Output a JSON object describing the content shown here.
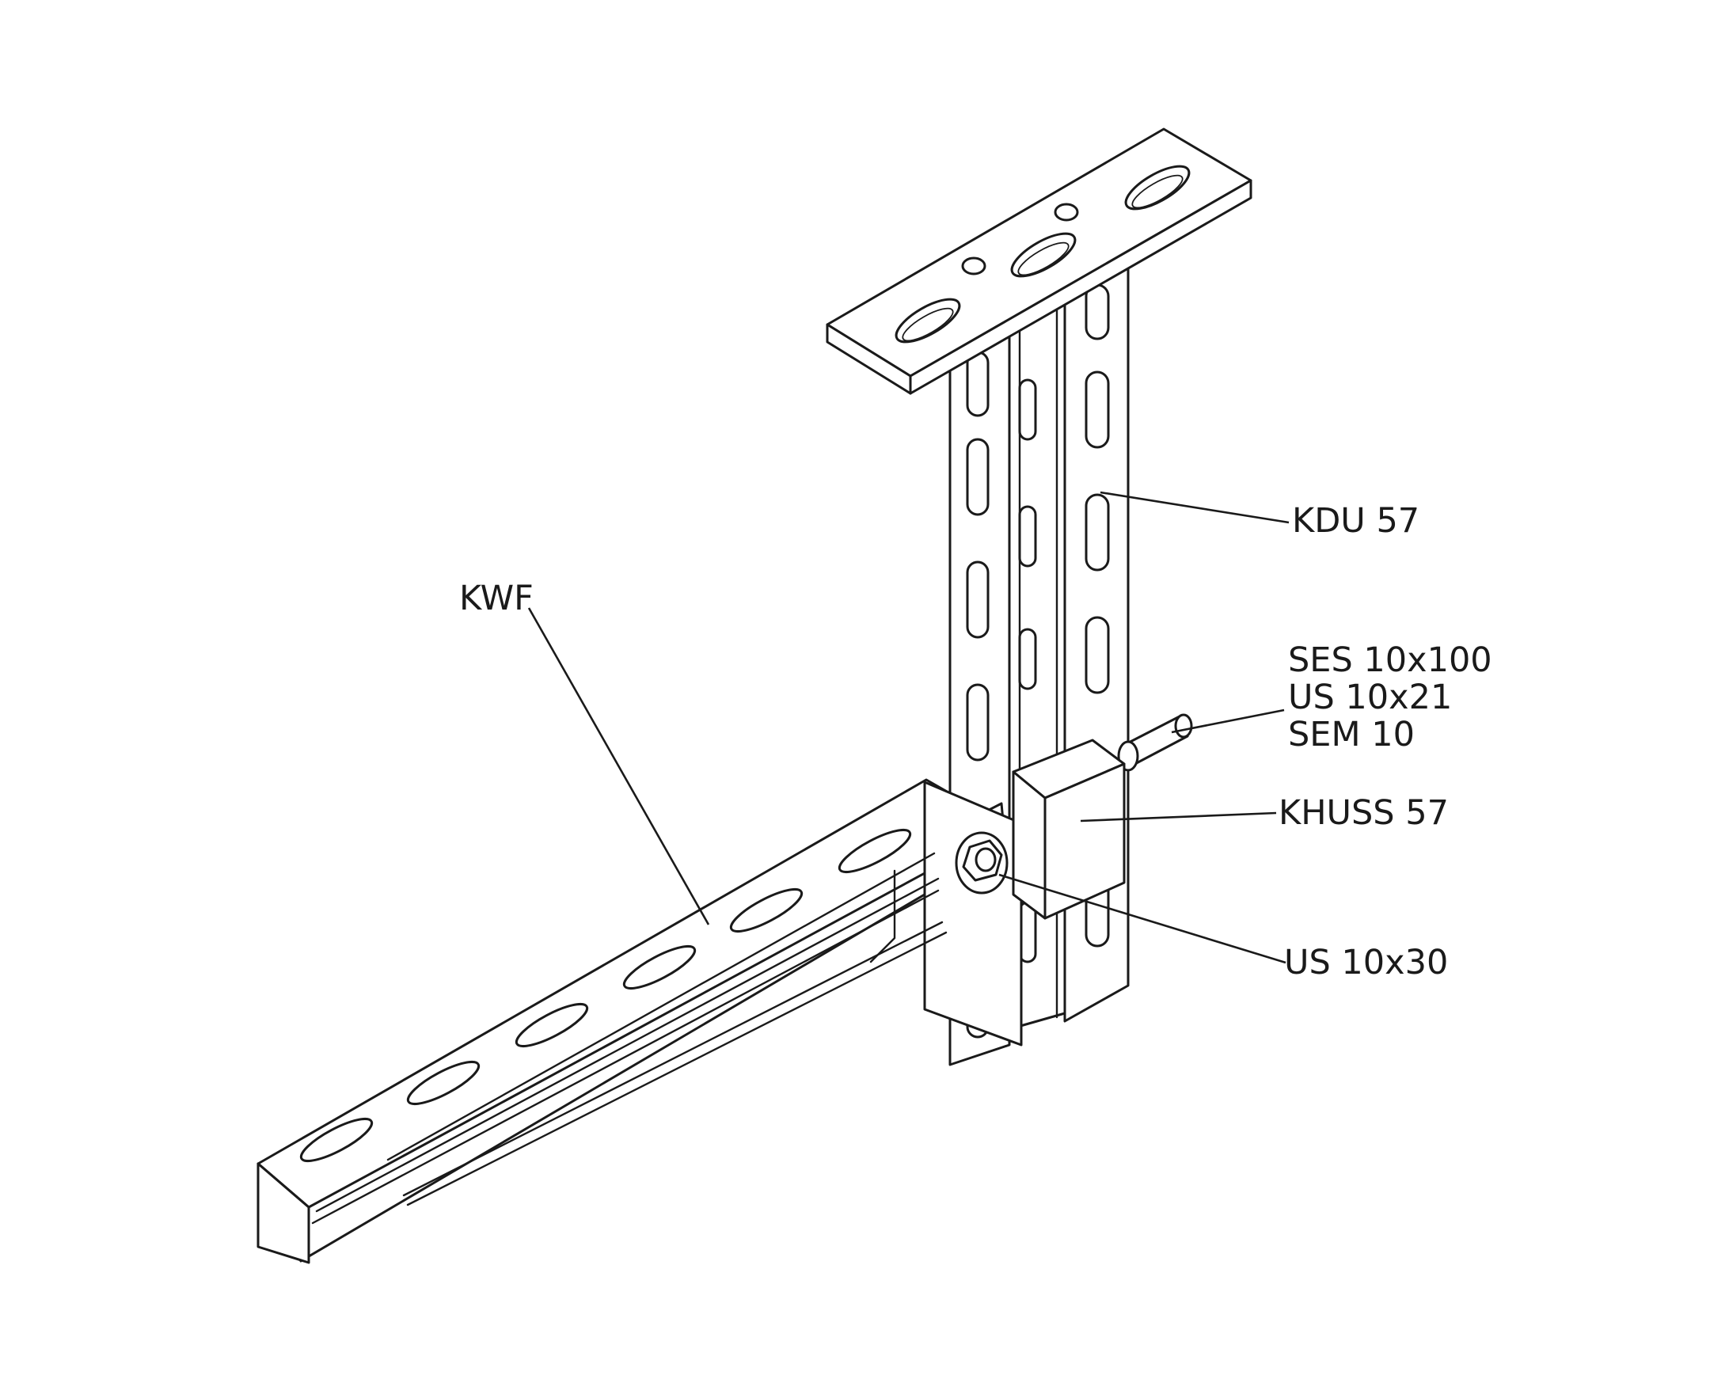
{
  "labels": {
    "kdu": "KDU 57",
    "kwf": "KWF",
    "ses_line1": "SES 10x100",
    "ses_line2": "US 10x21",
    "ses_line3": "SEM 10",
    "khuss": "KHUSS 57",
    "us": "US 10x30"
  },
  "colors": {
    "line": "#1a1a1a",
    "background": "#ffffff"
  }
}
